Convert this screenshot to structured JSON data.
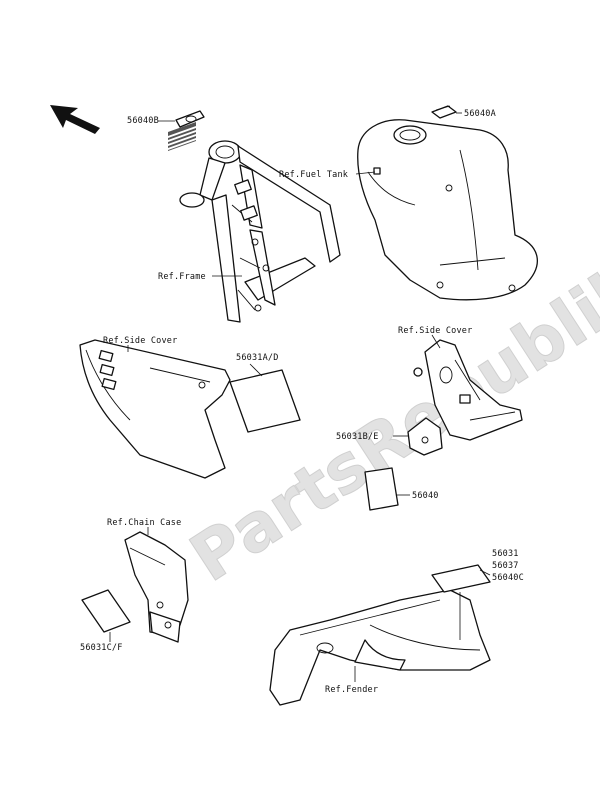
{
  "watermark": "PartsRepublik",
  "labels": {
    "p56040b": "56040B",
    "p56040a": "56040A",
    "ref_fuel_tank": "Ref.Fuel Tank",
    "ref_frame": "Ref.Frame",
    "ref_side_cover_left": "Ref.Side Cover",
    "ref_side_cover_right": "Ref.Side Cover",
    "p56031a_d": "56031A/D",
    "p56031b_e": "56031B/E",
    "p56040": "56040",
    "ref_chain_case": "Ref.Chain Case",
    "p56031": "56031",
    "p56037": "56037",
    "p56040c": "56040C",
    "p56031c_f": "56031C/F",
    "ref_fender": "Ref.Fender"
  },
  "icons": {
    "direction_arrow": "front-direction-arrow-icon"
  }
}
